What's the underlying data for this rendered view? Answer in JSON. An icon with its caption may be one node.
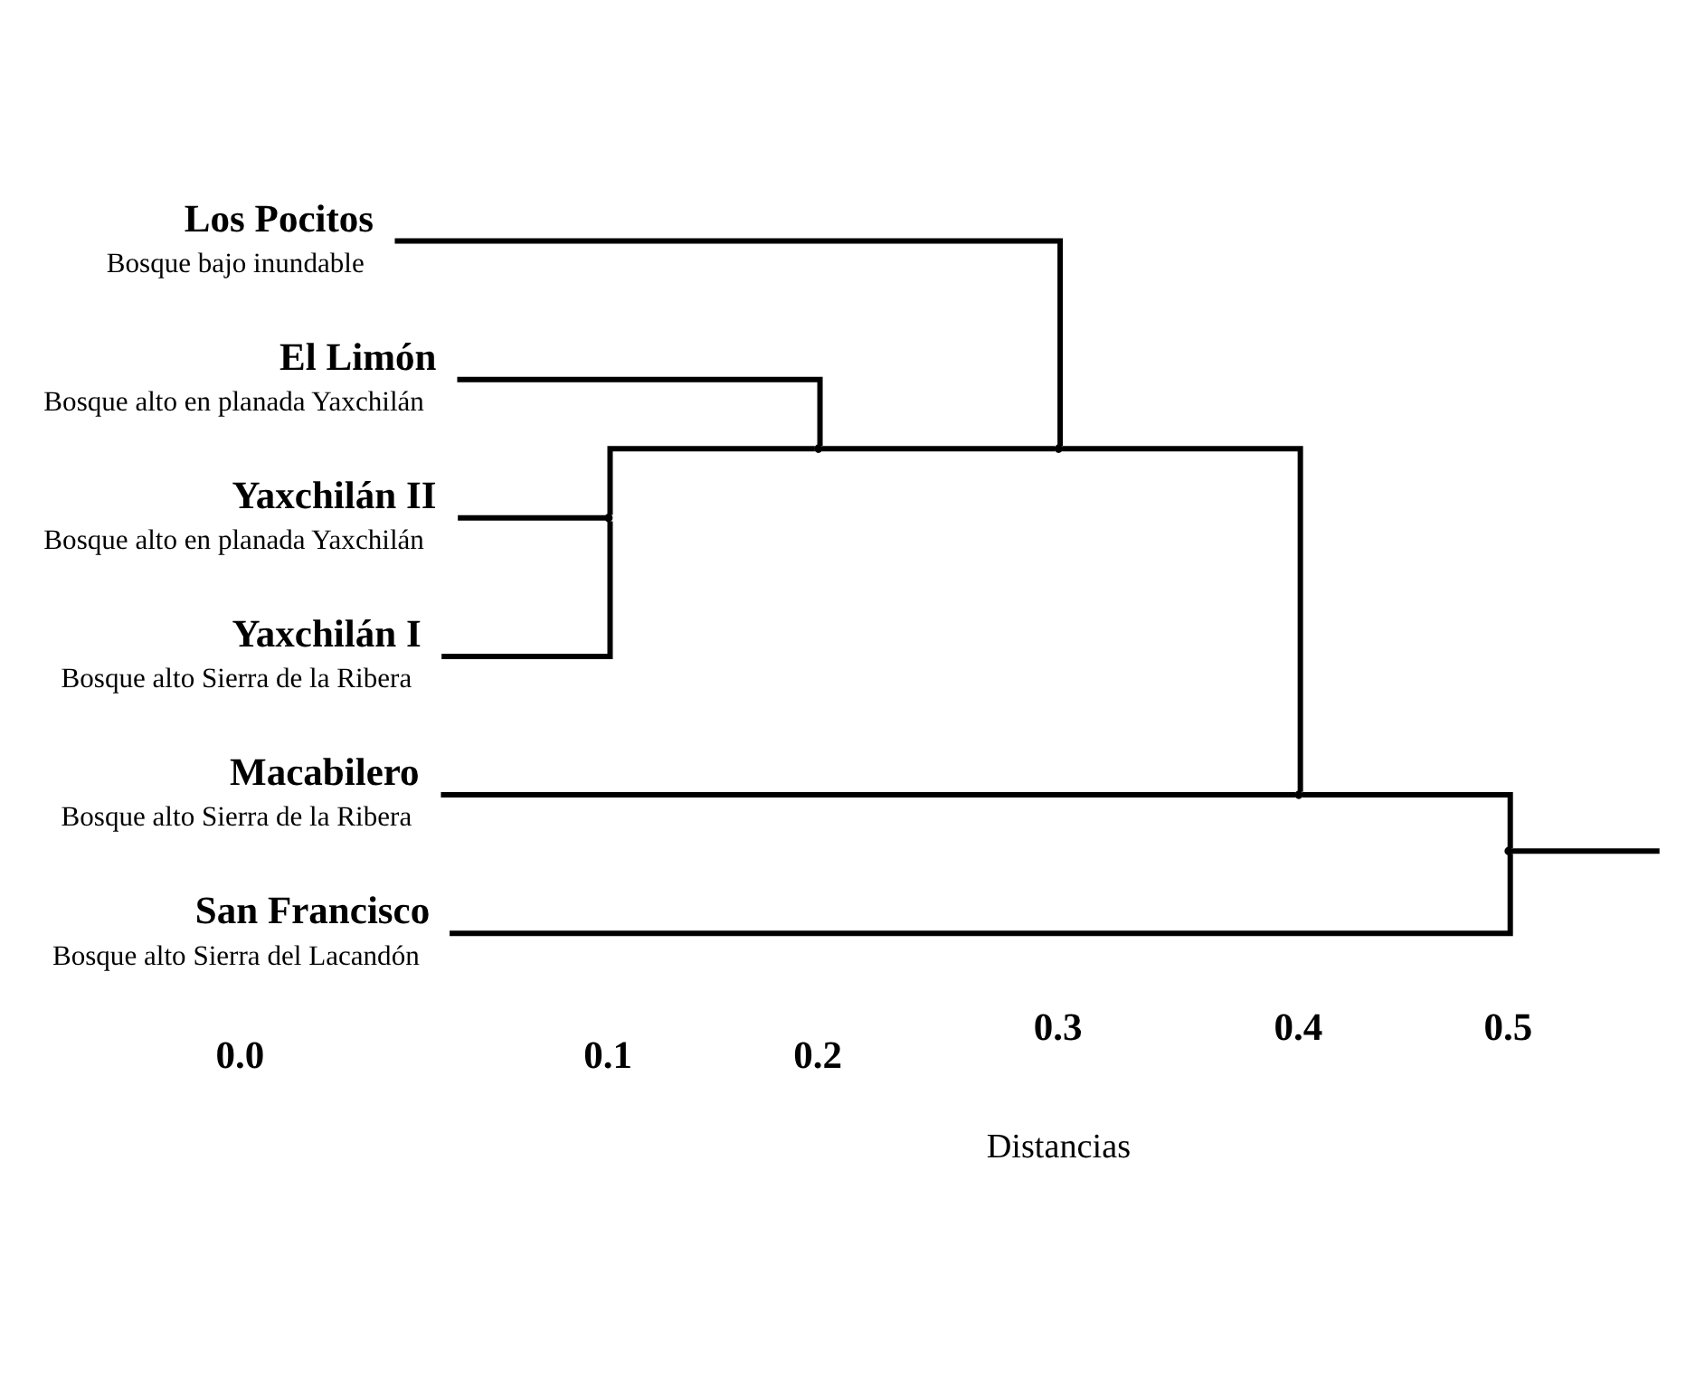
{
  "diagram": {
    "nodes": [
      {
        "text": [
          "Los Pocitos",
          "Bosque bajo inundable"
        ]
      },
      {
        "text": [
          "El Limón",
          "Bosque alto en planada Yaxchilán"
        ]
      },
      {
        "text": [
          "Yaxchilán II",
          "Bosque alto en planada Yaxchilán"
        ]
      },
      {
        "text": [
          "Yaxchilán I",
          "Bosque alto Sierra de la Ribera"
        ]
      },
      {
        "text": [
          "Macabilero",
          "Bosque alto Sierra de la Ribera"
        ]
      },
      {
        "text": [
          "San Francisco",
          "Bosque alto Sierra del Lacandón"
        ]
      },
      {
        "text": [],
        "shape": "point"
      },
      {
        "text": [],
        "shape": "point"
      },
      {
        "text": [],
        "shape": "point"
      },
      {
        "text": [],
        "shape": "point"
      },
      {
        "text": [],
        "shape": "point"
      }
    ],
    "edges": [
      {
        "from": 2,
        "to": 6,
        "arrow": "none"
      },
      {
        "from": 3,
        "to": 6,
        "arrow": "none"
      },
      {
        "from": 1,
        "to": 7,
        "arrow": "none"
      },
      {
        "from": 6,
        "to": 7,
        "arrow": "none"
      },
      {
        "from": 0,
        "to": 8,
        "arrow": "none"
      },
      {
        "from": 7,
        "to": 8,
        "arrow": "none"
      },
      {
        "from": 8,
        "to": 9,
        "arrow": "none"
      },
      {
        "from": 4,
        "to": 9,
        "arrow": "none"
      },
      {
        "from": 9,
        "to": 10,
        "arrow": "none"
      },
      {
        "from": 5,
        "to": 10,
        "arrow": "none"
      },
      {
        "from": 10,
        "to": null,
        "arrow": "none"
      }
    ],
    "labels": [
      "0.0",
      "0.1",
      "0.2",
      "0.3",
      "0.4",
      "0.5",
      "Distancias"
    ]
  }
}
